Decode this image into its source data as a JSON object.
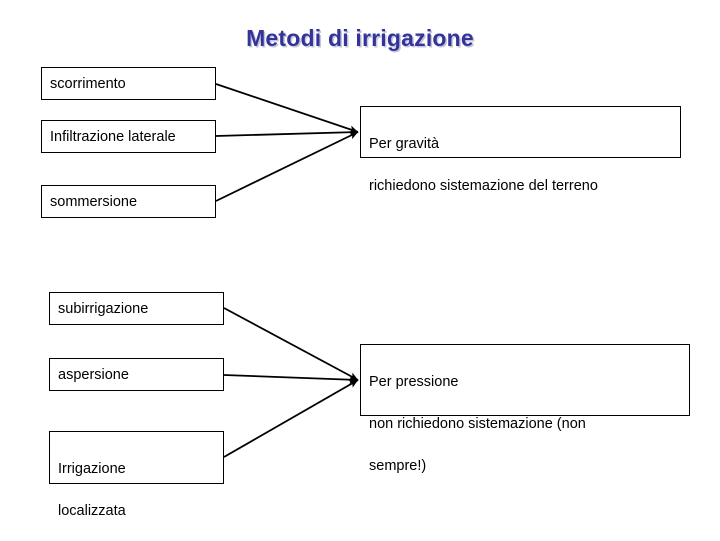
{
  "slide": {
    "title": "Metodi di irrigazione",
    "background_color": "#ffffff",
    "title_color": "#333399",
    "box_border_color": "#000000",
    "arrow_color": "#000000"
  },
  "groups": [
    {
      "id": "gravity",
      "sources": [
        {
          "id": "scorrimento",
          "label": "scorrimento"
        },
        {
          "id": "infiltrazione",
          "label": "Infiltrazione laterale"
        },
        {
          "id": "sommersione",
          "label": "sommersione"
        }
      ],
      "target": {
        "id": "gravita",
        "line1": "Per gravità",
        "line2": "richiedono sistemazione del terreno"
      }
    },
    {
      "id": "pressure",
      "sources": [
        {
          "id": "subirrigazione",
          "label": "subirrigazione"
        },
        {
          "id": "aspersione",
          "label": "aspersione"
        },
        {
          "id": "localizzata",
          "line1": "Irrigazione",
          "line2": "localizzata"
        }
      ],
      "target": {
        "id": "pressione",
        "line1": "Per pressione",
        "line2": "non richiedono sistemazione (non",
        "line3": "   sempre!)"
      }
    }
  ]
}
